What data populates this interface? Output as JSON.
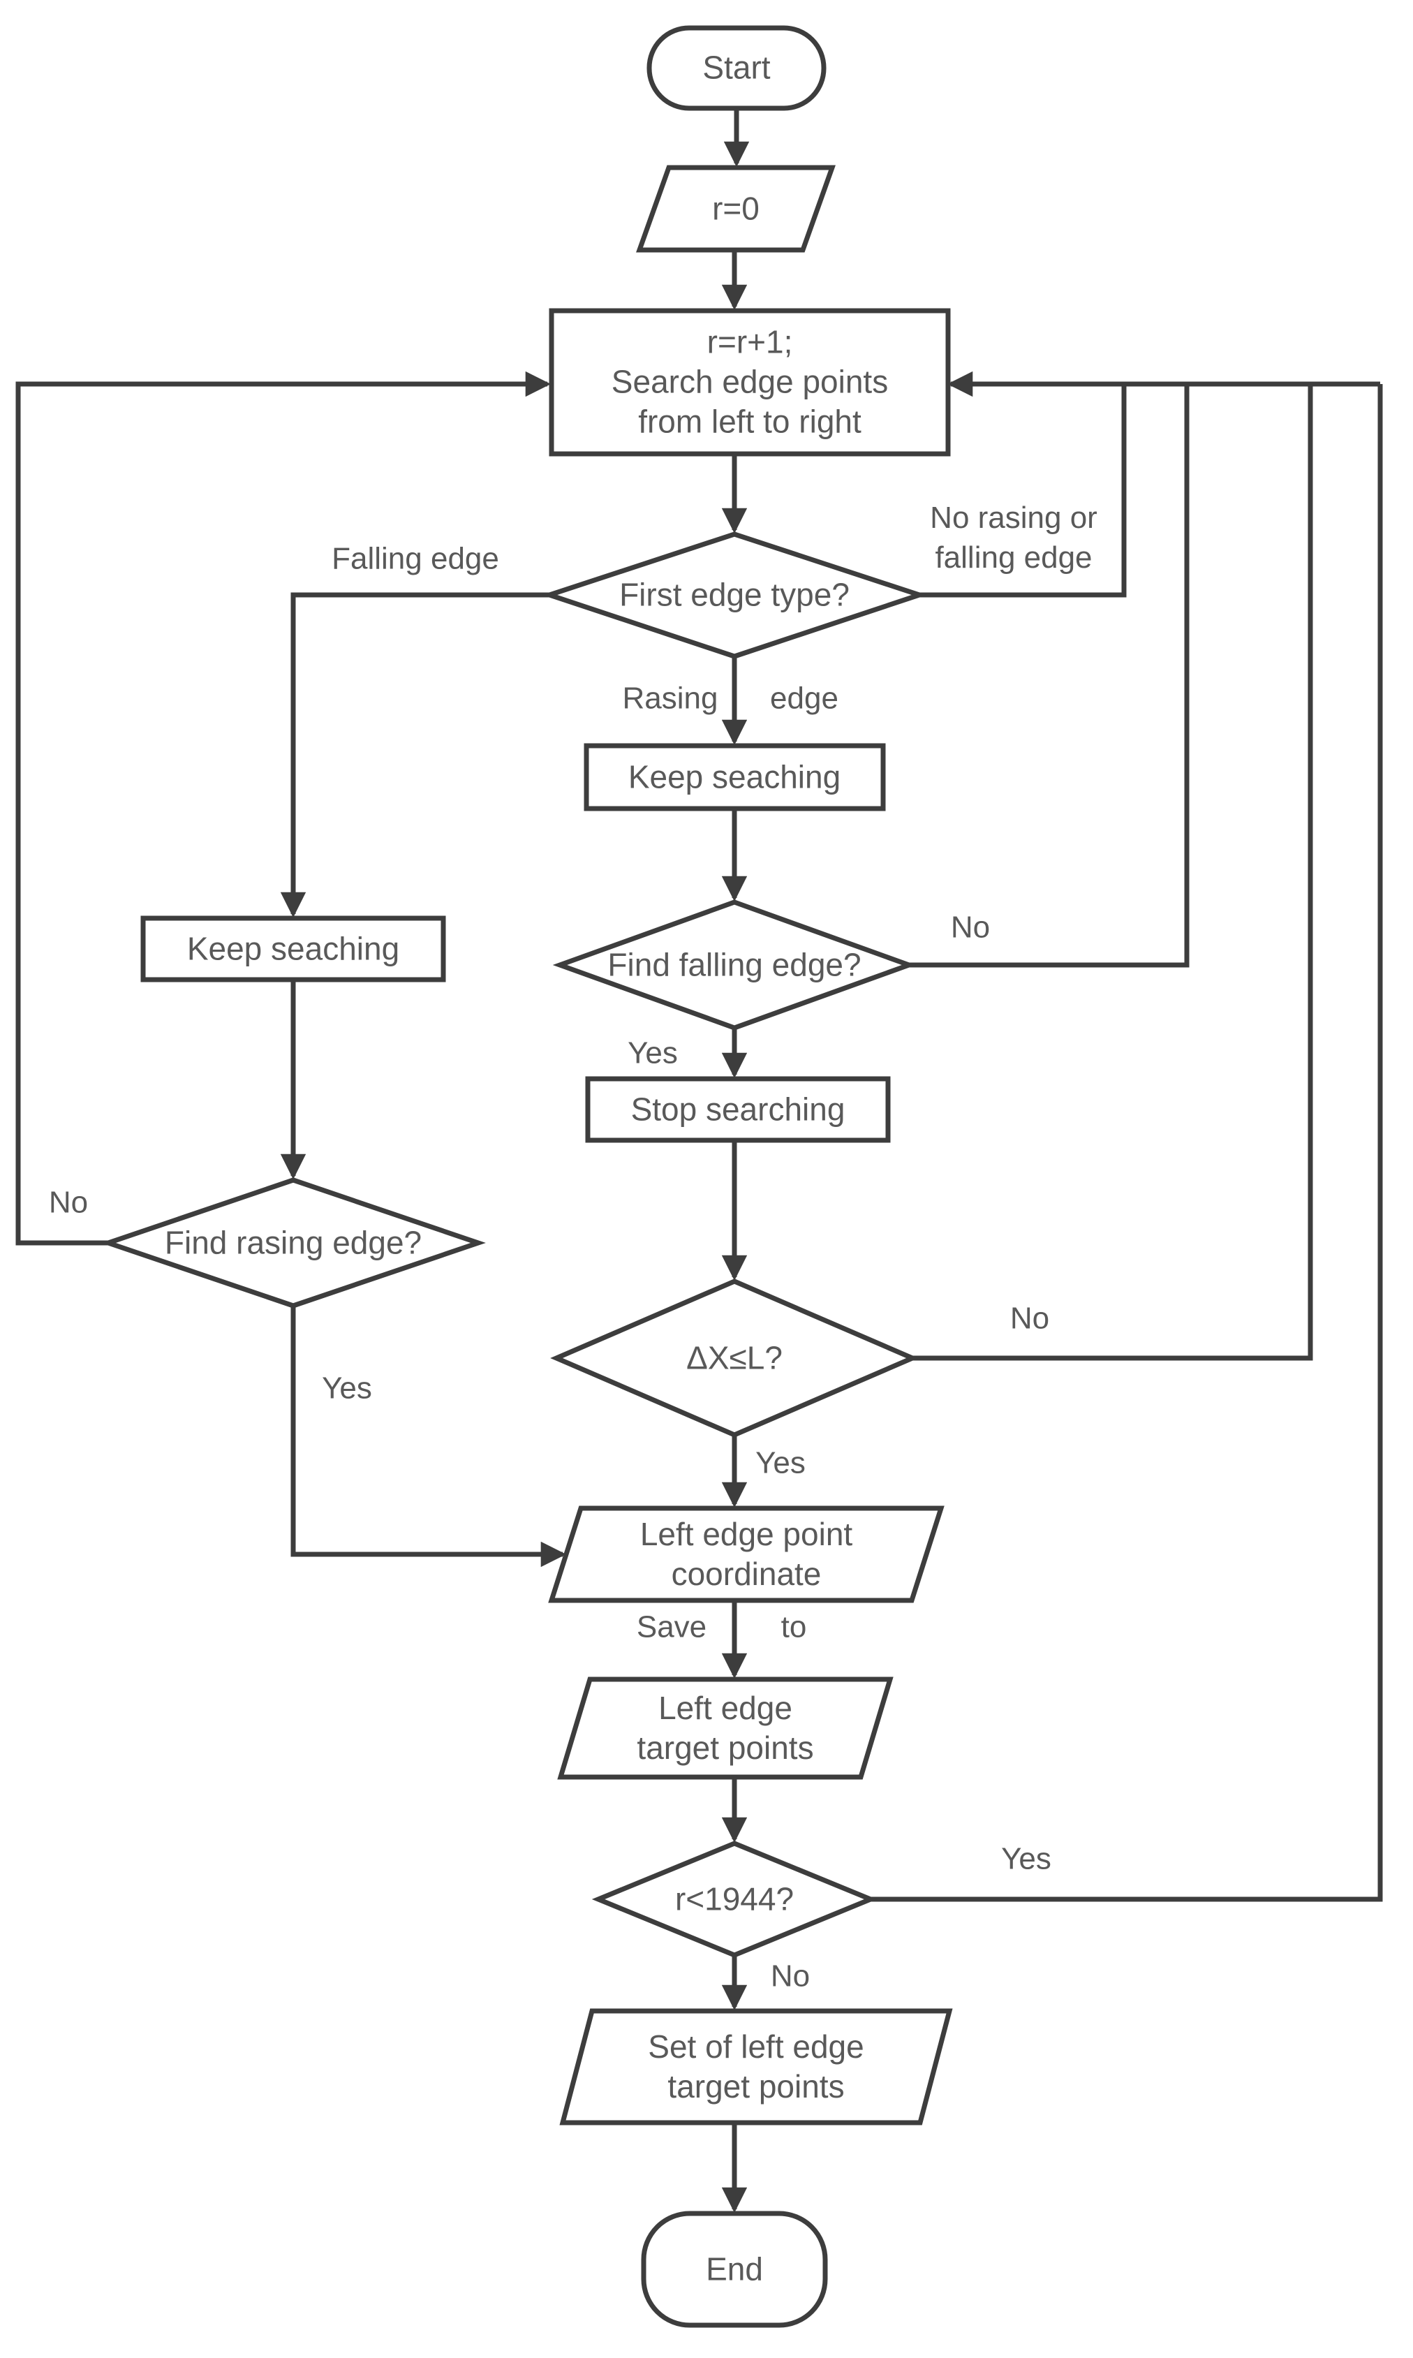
{
  "diagram": {
    "type": "flowchart",
    "colors": {
      "line": "#3d3d3d",
      "shape_border": "#3d3d3d",
      "shape_fill": "#ffffff",
      "text": "#595959",
      "background": "#ffffff"
    },
    "nodes": {
      "start": {
        "shape": "terminator",
        "label": "Start"
      },
      "init": {
        "shape": "parallelogram",
        "label": "r=0"
      },
      "search": {
        "shape": "process",
        "line1": "r=r+1;",
        "line2": "Search edge points",
        "line3": "from left to right"
      },
      "first_edge_type": {
        "shape": "decision",
        "label": "First edge type?"
      },
      "keep_searching_center": {
        "shape": "process",
        "label": "Keep seaching"
      },
      "find_falling_edge": {
        "shape": "decision",
        "label": "Find falling edge?"
      },
      "keep_searching_left": {
        "shape": "process",
        "label": "Keep seaching"
      },
      "stop_searching": {
        "shape": "process",
        "label": "Stop searching"
      },
      "find_rasing_edge": {
        "shape": "decision",
        "label": "Find rasing edge?"
      },
      "delta_x_check": {
        "shape": "decision",
        "label": "ΔX≤L?"
      },
      "left_edge_point_coordinate": {
        "shape": "parallelogram",
        "line1": "Left edge point",
        "line2": "coordinate"
      },
      "left_edge_target_points": {
        "shape": "parallelogram",
        "line1": "Left edge",
        "line2": "target points"
      },
      "row_check": {
        "shape": "decision",
        "label": "r<1944?"
      },
      "set_of_left_edge_target_points": {
        "shape": "parallelogram",
        "line1": "Set of left edge",
        "line2": "target points"
      },
      "end": {
        "shape": "terminator",
        "label": "End"
      }
    },
    "edge_labels": {
      "falling_edge": "Falling edge",
      "no_rasing_line1": "No rasing or",
      "no_rasing_line2": "falling edge",
      "rasing_edge_word1": "Rasing",
      "rasing_edge_word2": "edge",
      "find_falling_no": "No",
      "find_falling_yes": "Yes",
      "find_rasing_no": "No",
      "find_rasing_yes": "Yes",
      "delta_no": "No",
      "delta_yes": "Yes",
      "save_to_word1": "Save",
      "save_to_word2": "to",
      "row_yes": "Yes",
      "row_no": "No"
    }
  }
}
